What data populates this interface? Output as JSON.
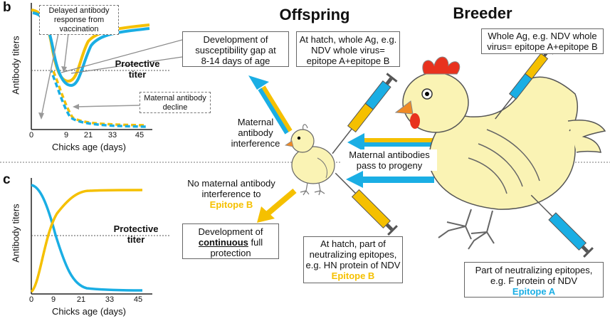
{
  "panel_b": {
    "letter": "b",
    "ylabel": "Antibody titers",
    "xlabel": "Chicks age (days)",
    "xticks": [
      "0",
      "9",
      "21",
      "33",
      "45"
    ],
    "protective_line1": "Protective",
    "protective_line2": "titer",
    "note_delayed": [
      "Delayed antibody",
      "response  from",
      "vaccination"
    ],
    "note_maternal": [
      "Maternal antibody",
      "decline"
    ]
  },
  "panel_c": {
    "letter": "c",
    "ylabel": "Antibody titers",
    "xlabel": "Chicks age (days)",
    "xticks": [
      "0",
      "9",
      "21",
      "33",
      "45"
    ],
    "protective_line1": "Protective",
    "protective_line2": "titer"
  },
  "headings": {
    "offspring": "Offspring",
    "breeder": "Breeder"
  },
  "boxes": {
    "susceptibility": [
      "Development of",
      "susceptibility gap at",
      "8-14 days of age"
    ],
    "hatch_whole": [
      "At hatch, whole Ag, e.g.",
      "NDV whole virus=",
      "epitope A+epitope B"
    ],
    "breeder_whole": [
      "Whole Ag, e.g. NDV whole",
      "virus= epitope A+epitope B"
    ],
    "continuous_pre": "Development of",
    "continuous_word": "continuous",
    "continuous_post": "full",
    "continuous_line3": "protection",
    "hatch_part": [
      "At hatch, part of",
      "neutralizing epitopes,",
      "e.g. HN protein of NDV"
    ],
    "hatch_part_epitope": "Epitope B",
    "breeder_part": [
      "Part of neutralizing epitopes,",
      "e.g. F protein of NDV"
    ],
    "breeder_part_epitope": "Epitope A"
  },
  "labels": {
    "maternal_interference": [
      "Maternal",
      "antibody",
      "interference"
    ],
    "no_interference": [
      "No maternal antibody",
      "interference to"
    ],
    "no_interference_epitope": "Epitope B",
    "pass_progeny": [
      "Maternal antibodies",
      "pass to progeny"
    ]
  },
  "colors": {
    "yellow": "#F5C000",
    "blue": "#1AAEE4",
    "cream": "#FAF3B4",
    "red": "#E8321E",
    "orange": "#F08A24"
  }
}
